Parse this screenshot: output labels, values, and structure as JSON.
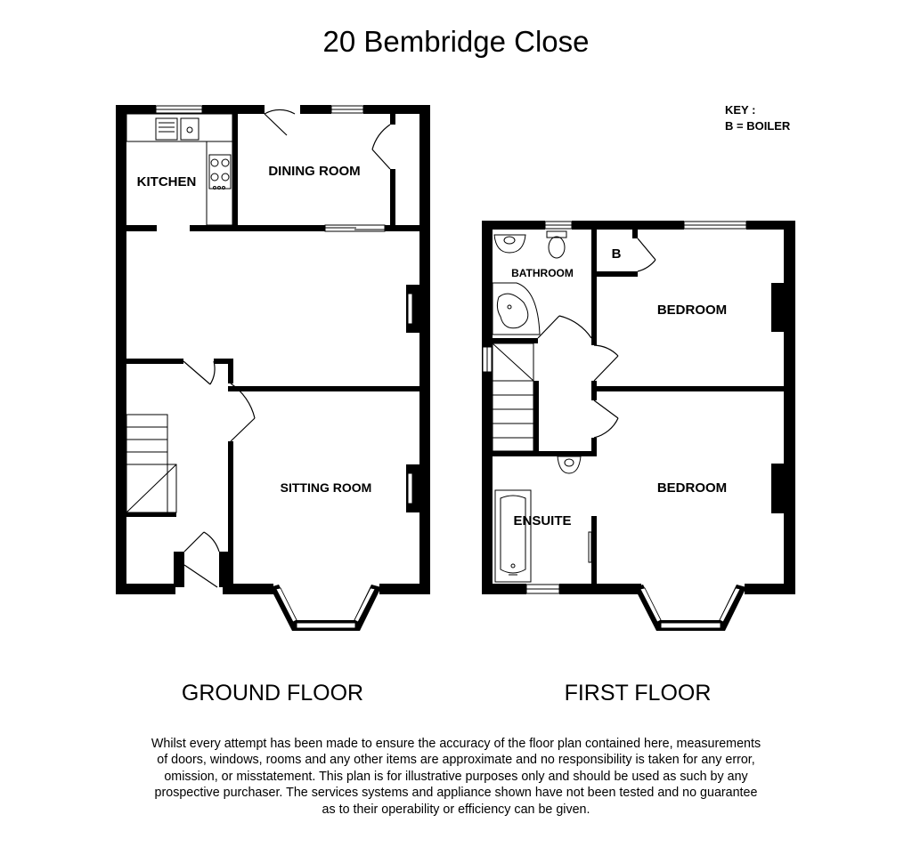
{
  "title": "20 Bembridge Close",
  "key": {
    "heading": "KEY :",
    "entry": "B = BOILER"
  },
  "floors": [
    {
      "name": "GROUND FLOOR",
      "rooms": [
        "KITCHEN",
        "DINING ROOM",
        "SITTING ROOM"
      ]
    },
    {
      "name": "FIRST FLOOR",
      "rooms": [
        "BATHROOM",
        "BEDROOM",
        "BEDROOM",
        "ENSUITE"
      ],
      "boiler_marker": "B"
    }
  ],
  "disclaimer": [
    "Whilst every attempt has been made to ensure the accuracy of the floor plan contained here, measurements",
    "of doors, windows, rooms and any other items are approximate and no responsibility is taken for any error,",
    "omission, or misstatement. This plan is for illustrative purposes only and should be used as such by any",
    "prospective purchaser. The services systems and appliance shown have not been tested and no guarantee",
    "as to their operability or efficiency can be given."
  ]
}
